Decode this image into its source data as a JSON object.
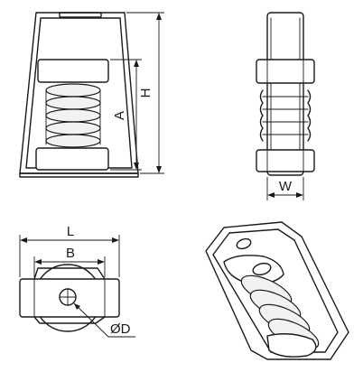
{
  "labels": {
    "height": "H",
    "spring_height": "A",
    "width": "W",
    "length": "L",
    "base_width": "B",
    "hole_diameter": "ØD"
  }
}
